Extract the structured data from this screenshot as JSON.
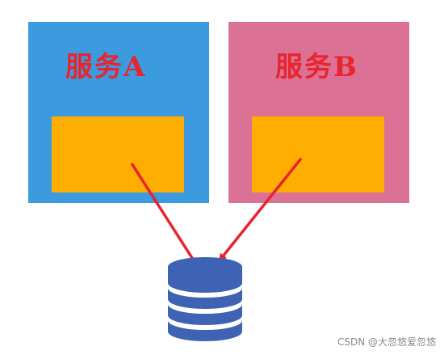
{
  "services": [
    {
      "title": "服务A",
      "color": "#3c9bde",
      "inner_color": "#ffad00"
    },
    {
      "title": "服务B",
      "color": "#dc7196",
      "inner_color": "#ffad00"
    }
  ],
  "arrow_color": "#e8252e",
  "title_color": "#e8252e",
  "database": {
    "icon": "database-icon",
    "color": "#3e63b4"
  },
  "watermark": "CSDN @大忽悠爱忽悠"
}
